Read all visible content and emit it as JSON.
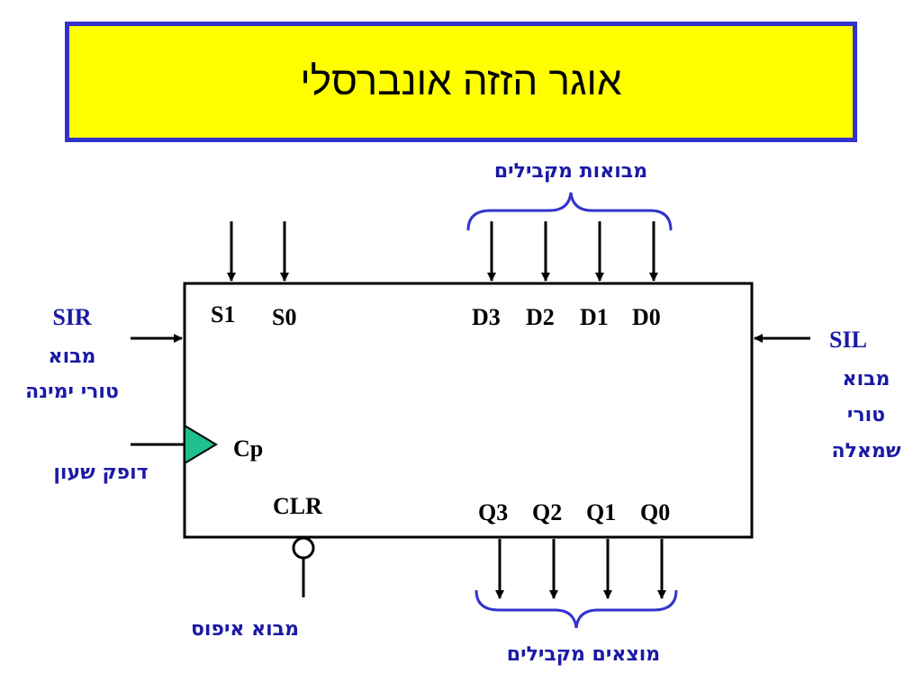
{
  "title": "אוגר הזזה אונברסלי",
  "colors": {
    "title_bg": "#ffff00",
    "title_border": "#3333cc",
    "label_blue": "#1a1aa6",
    "clock_triangle": "#1fbf8f",
    "lines": "#000000"
  },
  "pins": {
    "s1": "S1",
    "s0": "S0",
    "d3": "D3",
    "d2": "D2",
    "d1": "D1",
    "d0": "D0",
    "cp": "Cp",
    "clr": "CLR",
    "q3": "Q3",
    "q2": "Q2",
    "q1": "Q1",
    "q0": "Q0"
  },
  "labels": {
    "parallel_inputs": "מבואות מקבילים",
    "parallel_outputs": "מוצאים מקבילים",
    "sir": "SIR",
    "sir_line1": "מבוא",
    "sir_line2": "טורי ימינה",
    "sil": "SIL",
    "sil_line1": "מבוא",
    "sil_line2": "טורי",
    "sil_line3": "שמאלה",
    "clock": "דופק שעון",
    "reset": "מבוא איפוס"
  }
}
